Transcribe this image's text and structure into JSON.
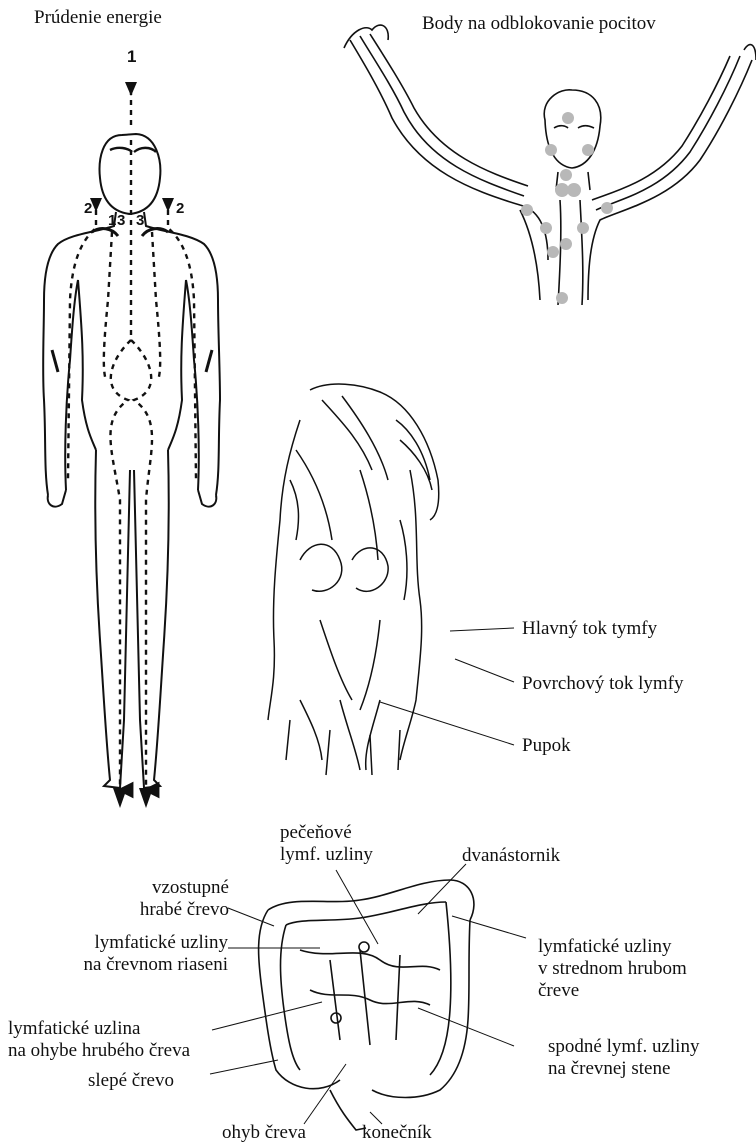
{
  "titles": {
    "energy_flow": "Prúdenie energie",
    "unblock_points": "Body na odblokovanie pocitov"
  },
  "energy_markers": {
    "one": "1",
    "two": "2",
    "three": "3"
  },
  "lymph_labels": {
    "main_flow": "Hlavný tok tymfy",
    "surface_flow": "Povrchový tok lymfy",
    "navel": "Pupok"
  },
  "colon_labels": {
    "liver_nodes": [
      "pečeňové",
      "lymf. uzliny"
    ],
    "duodenum": "dvanástornik",
    "ascending_colon": [
      "vzostupné",
      "hrabé črevo"
    ],
    "mesentery_nodes": [
      "lymfatické uzliny",
      "na črevnom riaseni"
    ],
    "middle_colon_nodes": [
      "lymfatické uzliny",
      "v strednom hrubom",
      "čreve"
    ],
    "flexure_node": [
      "lymfatické uzlina",
      "na ohybe hrubého čreva"
    ],
    "lower_wall_nodes": [
      "spodné lymf. uzliny",
      "na črevnej stene"
    ],
    "cecum": "slepé črevo",
    "bend": "ohyb čreva",
    "rectum": "konečník"
  },
  "colors": {
    "ink": "#111111",
    "point_marker": "#b8b8b8"
  }
}
